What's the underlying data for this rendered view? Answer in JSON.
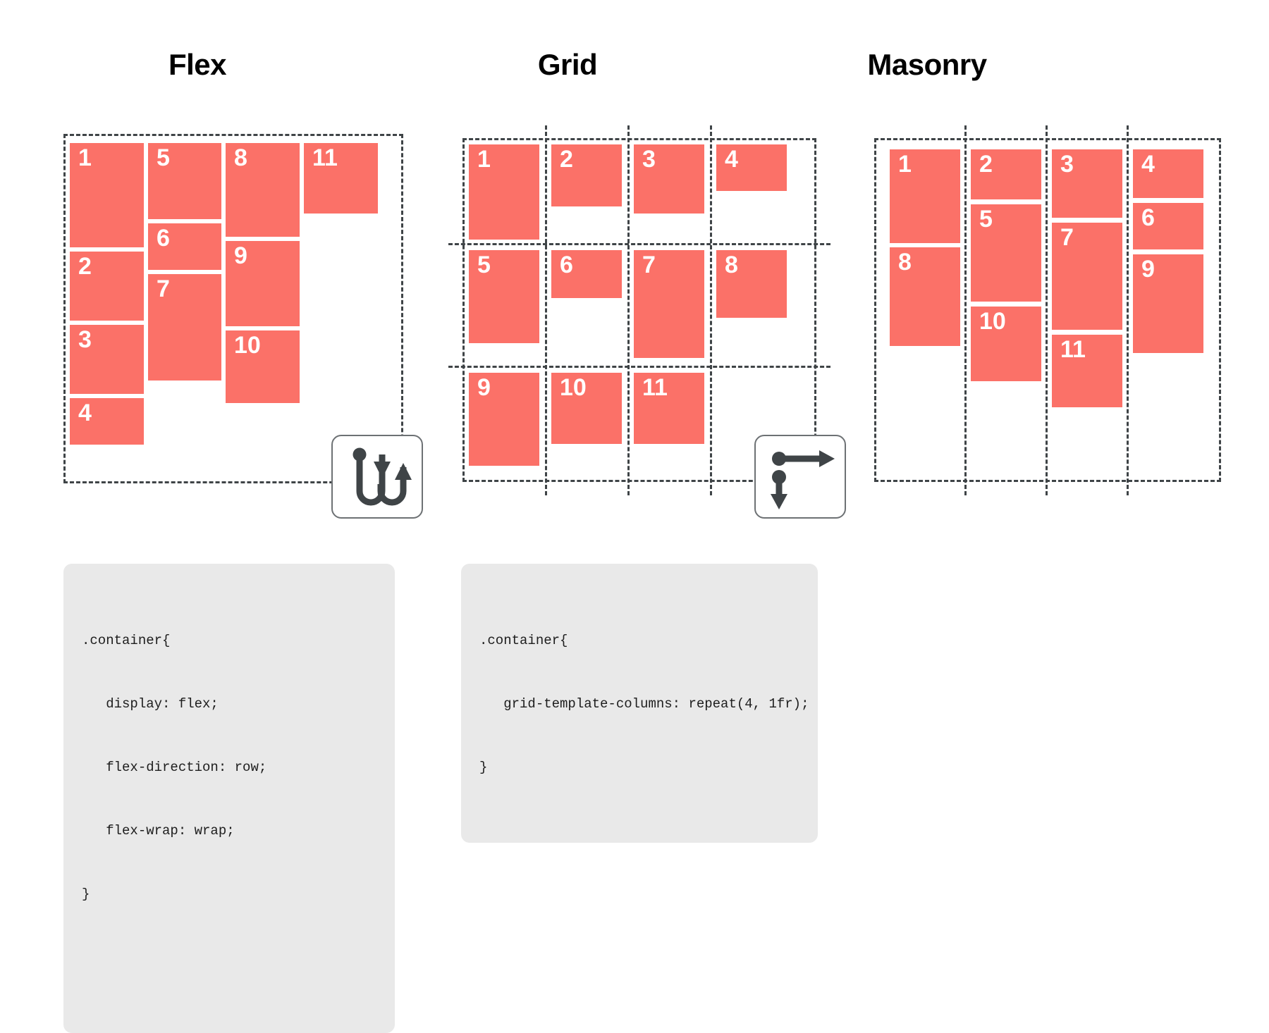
{
  "columns": [
    {
      "id": "flex",
      "title": "Flex",
      "flow_icon": "serpentine-arrow-icon",
      "items": [
        "1",
        "2",
        "3",
        "4",
        "5",
        "6",
        "7",
        "8",
        "9",
        "10",
        "11"
      ],
      "code": [
        ".container{",
        "   display: flex;",
        "   flex-direction: row;",
        "   flex-wrap: wrap;",
        "}"
      ]
    },
    {
      "id": "grid",
      "title": "Grid",
      "flow_icon": "row-then-column-arrow-icon",
      "items": [
        "1",
        "2",
        "3",
        "4",
        "5",
        "6",
        "7",
        "8",
        "9",
        "10",
        "11"
      ],
      "code": [
        ".container{",
        "   grid-template-columns: repeat(4, 1fr);",
        "}"
      ]
    },
    {
      "id": "masonry",
      "title": "Masonry",
      "flow_icon": null,
      "items": [
        "1",
        "2",
        "3",
        "4",
        "5",
        "6",
        "7",
        "8",
        "9",
        "10",
        "11"
      ],
      "code": []
    }
  ],
  "flex_items": {
    "1": "1",
    "2": "2",
    "3": "3",
    "4": "4",
    "5": "5",
    "6": "6",
    "7": "7",
    "8": "8",
    "9": "9",
    "10": "10",
    "11": "11"
  },
  "grid_items": {
    "1": "1",
    "2": "2",
    "3": "3",
    "4": "4",
    "5": "5",
    "6": "6",
    "7": "7",
    "8": "8",
    "9": "9",
    "10": "10",
    "11": "11"
  },
  "masonry_items": {
    "1": "1",
    "2": "2",
    "3": "3",
    "4": "4",
    "5": "5",
    "6": "6",
    "7": "7",
    "8": "8",
    "9": "9",
    "10": "10",
    "11": "11"
  },
  "flex_code": {
    "l0": ".container{",
    "l1": "   display: flex;",
    "l2": "   flex-direction: row;",
    "l3": "   flex-wrap: wrap;",
    "l4": "}"
  },
  "grid_code": {
    "l0": ".container{",
    "l1": "   grid-template-columns: repeat(4, 1fr);",
    "l2": "}"
  },
  "colors": {
    "item": "#FB7168",
    "dash": "#3f4447",
    "code_bg": "#e9e9e9",
    "page_bg": "#ffffff",
    "title": "#000000"
  },
  "titles": {
    "flex": "Flex",
    "grid": "Grid",
    "masonry": "Masonry"
  }
}
